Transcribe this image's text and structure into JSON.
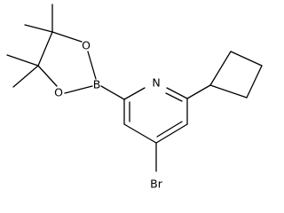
{
  "structure": {
    "atoms": {
      "nitrogen": "N",
      "boron": "B",
      "oxygen_top": "O",
      "oxygen_bottom": "O",
      "bromine": "Br"
    }
  },
  "colors": {
    "bond": "#000000",
    "background": "#ffffff"
  }
}
